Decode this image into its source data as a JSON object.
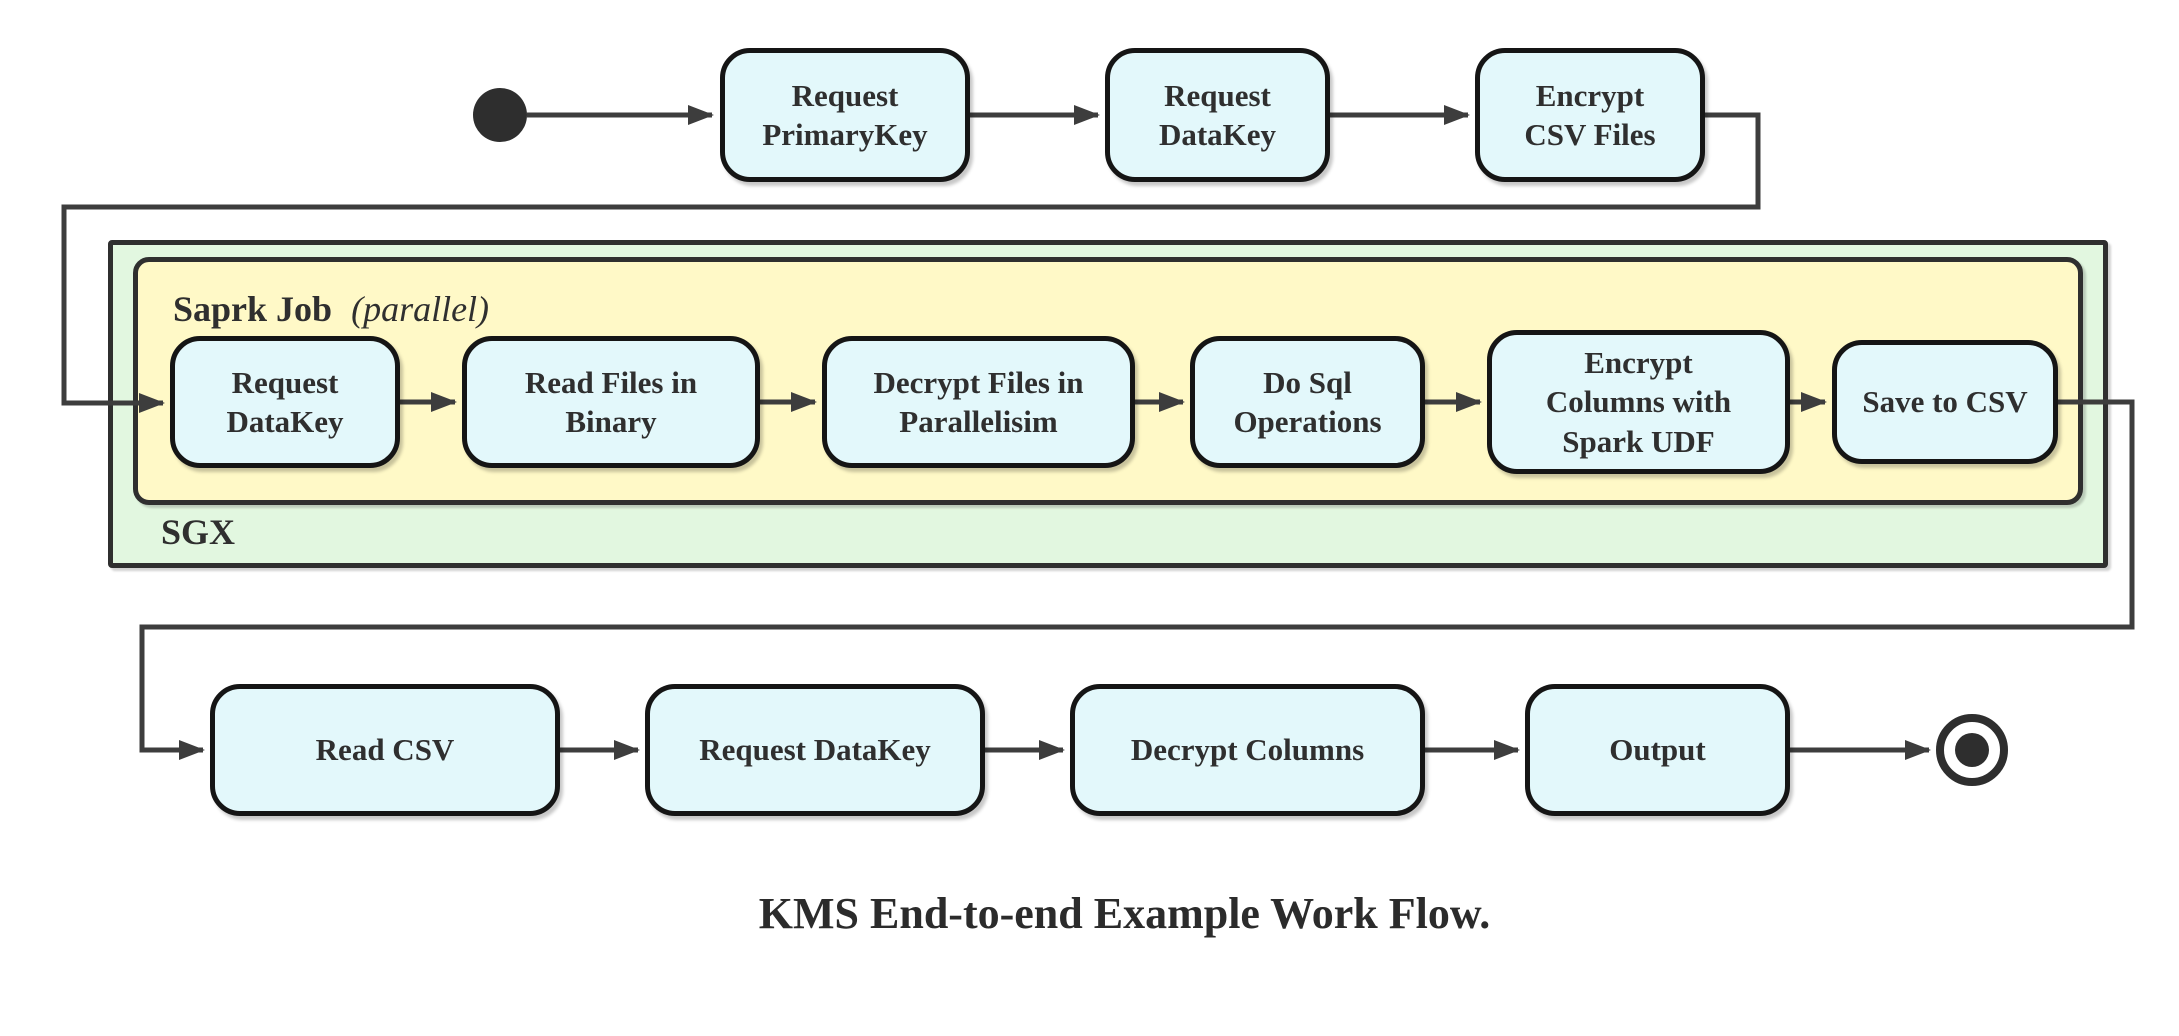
{
  "caption": "KMS End-to-end Example Work Flow.",
  "containers": {
    "sgx": {
      "label": "SGX"
    },
    "spark_job": {
      "title": "Saprk Job",
      "qualifier": "(parallel)"
    }
  },
  "nodes": {
    "top": [
      {
        "label": "Request\nPrimaryKey"
      },
      {
        "label": "Request\nDataKey"
      },
      {
        "label": "Encrypt\nCSV Files"
      }
    ],
    "spark": [
      {
        "label": "Request\nDataKey"
      },
      {
        "label": "Read Files in\nBinary"
      },
      {
        "label": "Decrypt Files in\nParallelisim"
      },
      {
        "label": "Do Sql\nOperations"
      },
      {
        "label": "Encrypt\nColumns with\nSpark UDF"
      },
      {
        "label": "Save to CSV"
      }
    ],
    "bottom": [
      {
        "label": "Read CSV"
      },
      {
        "label": "Request DataKey"
      },
      {
        "label": "Decrypt Columns"
      },
      {
        "label": "Output"
      }
    ]
  },
  "colors": {
    "node_fill": "#e3f8fb",
    "node_border": "#151515",
    "container_yellow": "#fff9c7",
    "container_green": "#e2f7e0",
    "container_border": "#2f2f2f",
    "line_color": "#3d3d3d",
    "text_color": "#2f2f2f"
  }
}
